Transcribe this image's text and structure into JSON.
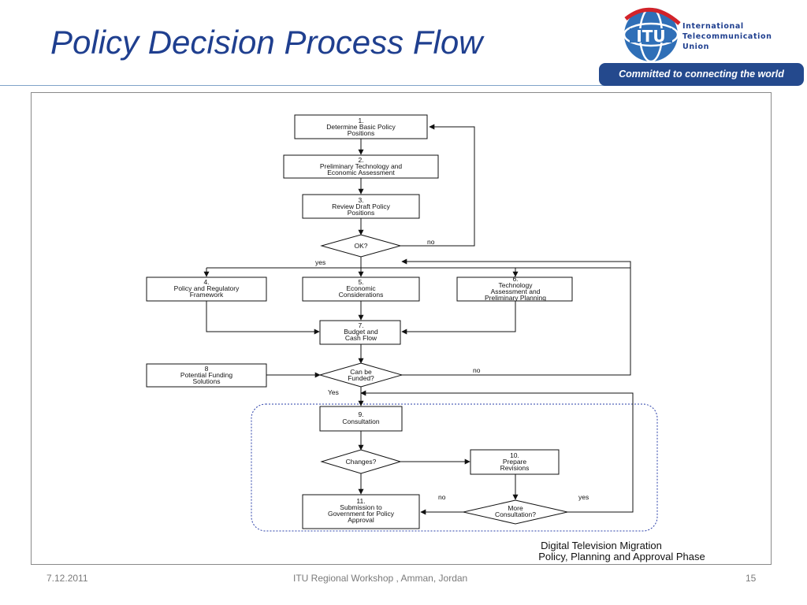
{
  "slide": {
    "title": "Policy Decision Process Flow",
    "logo": {
      "icon": "itu-globe-logo",
      "line1": "International",
      "line2": "Telecommunication",
      "line3": "Union",
      "globe_text": "ITU",
      "tagline": "Committed to connecting the world"
    },
    "footer": {
      "date": "7.12.2011",
      "event": "ITU Regional Workshop , Amman, Jordan",
      "page": "15"
    }
  },
  "diagram": {
    "caption_line1": "Digital Television Migration",
    "caption_line2": "Policy, Planning and Approval Phase",
    "nodes": {
      "n1": [
        "1.",
        "Determine Basic Policy",
        "Positions"
      ],
      "n2": [
        "2.",
        "Preliminary Technology and",
        "Economic Assessment"
      ],
      "n3": [
        "3.",
        "Review Draft Policy",
        "Positions"
      ],
      "ok": [
        "OK?"
      ],
      "n4": [
        "4.",
        "Policy and Regulatory",
        "Framework"
      ],
      "n5": [
        "5.",
        "Economic",
        "Considerations"
      ],
      "n6": [
        "6.",
        "Technology",
        "Assessment and",
        "Preliminary Planning"
      ],
      "n7": [
        "7.",
        "Budget and",
        "Cash Flow"
      ],
      "n8": [
        "8",
        "Potential Funding",
        "Solutions"
      ],
      "funded": [
        "Can be",
        "Funded?"
      ],
      "n9": [
        "9.",
        "Consultation"
      ],
      "changes": [
        "Changes?"
      ],
      "n10": [
        "10.",
        "Prepare",
        "Revisions"
      ],
      "n11": [
        "11.",
        "Submission to",
        "Government for Policy",
        "Approval"
      ],
      "more": [
        "More",
        "Consultation?"
      ]
    },
    "labels": {
      "ok_no": "no",
      "ok_yes": "yes",
      "funded_no": "no",
      "funded_yes": "Yes",
      "more_no": "no",
      "more_yes": "yes"
    }
  }
}
